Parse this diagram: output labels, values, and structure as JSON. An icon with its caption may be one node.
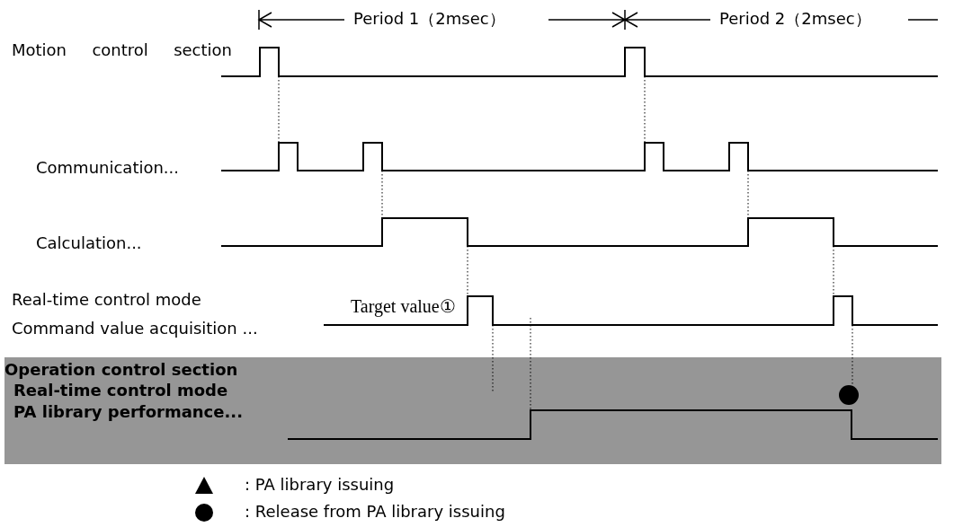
{
  "diagram": {
    "nodes": [
      {
        "text": [
          "Operation control section",
          "Real-time control mode PA library performance..."
        ]
      }
    ],
    "labels": [
      "Period 1（2msec）",
      "Period 2（2msec）",
      "Motion control section",
      "Communication...",
      "Calculation...",
      "Real-time control mode Command value acquisition ...",
      "Target value①"
    ],
    "legend": [
      {
        "text": ":  PA library issuing"
      },
      {
        "text": ":  Release from PA library issuing"
      }
    ]
  }
}
